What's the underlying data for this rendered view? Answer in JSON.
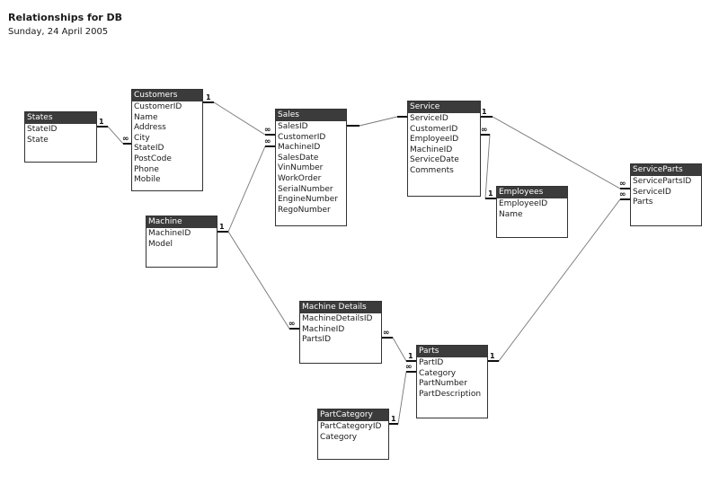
{
  "header": {
    "title": "Relationships for DB",
    "date": "Sunday, 24 April 2005"
  },
  "symbols": {
    "one": "1",
    "many": "∞"
  },
  "colors": {
    "title_bar": "#3b3b3b",
    "line": "#777777",
    "border": "#333333"
  },
  "tables": {
    "states": {
      "name": "States",
      "fields": [
        "StateID",
        "State"
      ]
    },
    "customers": {
      "name": "Customers",
      "fields": [
        "CustomerID",
        "Name",
        "Address",
        "City",
        "StateID",
        "PostCode",
        "Phone",
        "Mobile"
      ]
    },
    "sales": {
      "name": "Sales",
      "fields": [
        "SalesID",
        "CustomerID",
        "MachineID",
        "SalesDate",
        "VinNumber",
        "WorkOrder",
        "SerialNumber",
        "EngineNumber",
        "RegoNumber"
      ]
    },
    "service": {
      "name": "Service",
      "fields": [
        "ServiceID",
        "CustomerID",
        "EmployeeID",
        "MachineID",
        "ServiceDate",
        "Comments"
      ]
    },
    "employees": {
      "name": "Employees",
      "fields": [
        "EmployeeID",
        "Name"
      ]
    },
    "service_parts": {
      "name": "ServiceParts",
      "fields": [
        "ServicePartsID",
        "ServiceID",
        "Parts"
      ]
    },
    "machine": {
      "name": "Machine",
      "fields": [
        "MachineID",
        "Model"
      ]
    },
    "machine_details": {
      "name": "Machine Details",
      "fields": [
        "MachineDetailsID",
        "MachineID",
        "PartsID"
      ]
    },
    "parts": {
      "name": "Parts",
      "fields": [
        "PartID",
        "Category",
        "PartNumber",
        "PartDescription"
      ]
    },
    "part_category": {
      "name": "PartCategory",
      "fields": [
        "PartCategoryID",
        "Category"
      ]
    }
  }
}
